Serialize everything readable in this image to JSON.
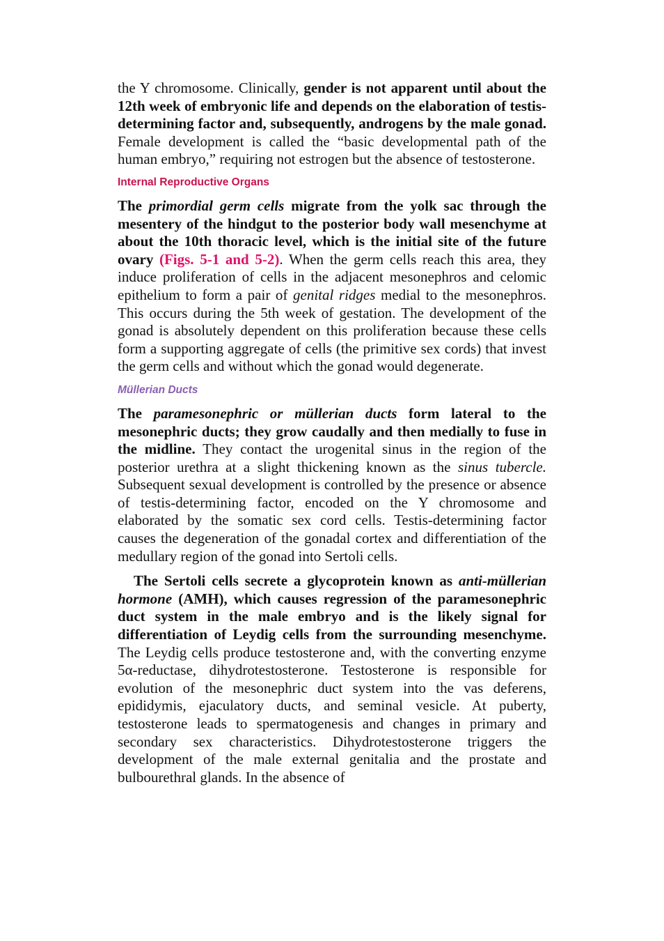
{
  "para1": {
    "t1": "the Y chromosome. Clinically, ",
    "b1": "gender is not apparent until about the 12th week of embryonic life and depends on the elaboration of testis-determining factor and, subsequently, androgens by the male gonad.",
    "t2": " Female development is called the “basic developmental path of the human embryo,” requiring not estrogen but the absence of testosterone."
  },
  "heading_internal": "Internal Reproductive Organs",
  "para2": {
    "b1": "The ",
    "bi1": "primordial germ cells",
    "b2": " migrate from the yolk sac through the mesentery of the hindgut to the posterior body wall mesenchyme at about the 10th thoracic level, which is the initial site of the future ovary ",
    "ref": "(Figs. 5-1 and 5-2)",
    "t1": ". When the germ cells reach this area, they induce proliferation of cells in the adjacent mesonephros and celomic epithelium to form a pair of ",
    "i1": "genital ridges",
    "t2": " medial to the mesonephros. This occurs during the 5th week of gestation. The development of the gonad is absolutely dependent on this proliferation because these cells form a supporting aggregate of cells (the primitive sex cords) that invest the germ cells and without which the gonad would degenerate."
  },
  "heading_mullerian": "Müllerian Ducts",
  "para3": {
    "b1": "The ",
    "bi1": "paramesonephric or müllerian ducts",
    "b2": " form lateral to the mesonephric ducts; they grow caudally and then medially to fuse in the midline.",
    "t1": " They contact the urogenital sinus in the region of the posterior urethra at a slight thickening known as the ",
    "i1": "sinus tubercle.",
    "t2": " Subsequent sexual development is controlled by the presence or absence of testis-determining factor, encoded on the Y chromosome and elaborated by the somatic sex cord cells. Testis-determining factor causes the degeneration of the gonadal cortex and differentiation of the medullary region of the gonad into Sertoli cells."
  },
  "para4": {
    "b1": "The Sertoli cells secrete a glycoprotein known as ",
    "bi1": "anti-müllerian hormone",
    "b2": " (AMH), which causes regression of the paramesonephric duct system in the male embryo and is the likely signal for differentiation of Leydig cells from the surrounding mesenchyme.",
    "t1": " The Leydig cells produce testosterone and, with the converting enzyme 5α-reductase, dihydrotestosterone. Testosterone is responsible for evolution of the mesonephric duct system into the vas deferens, epididymis, ejaculatory ducts, and seminal vesicle. At puberty, testosterone leads to spermatogenesis and changes in primary and secondary sex characteristics. Dihydrotestosterone triggers the development of the male external genitalia and the prostate and bulbourethral glands. In the absence of"
  },
  "colors": {
    "heading_internal": "#c8134e",
    "heading_mullerian": "#8a5fb0",
    "figure_reference": "#e0116a",
    "body_text": "#111111"
  }
}
